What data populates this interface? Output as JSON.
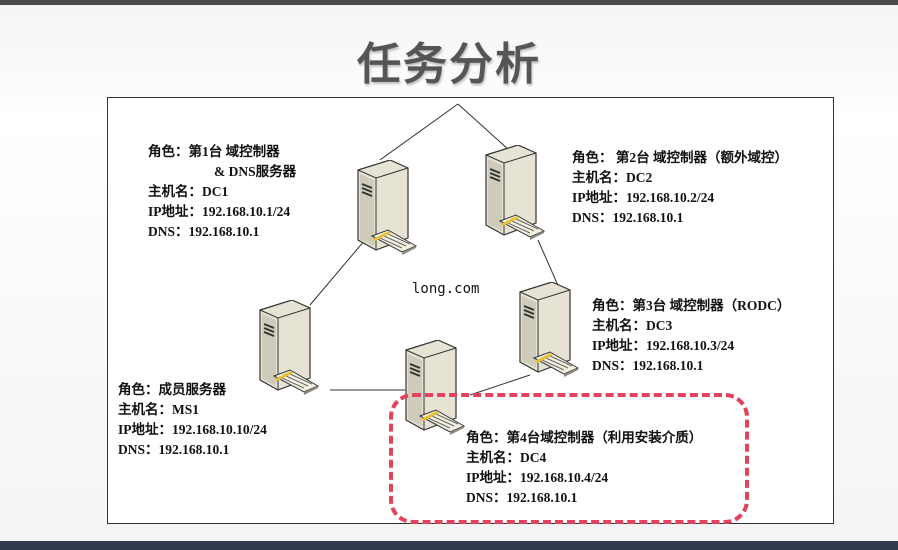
{
  "title": "任务分析",
  "domain_label": "long.com",
  "servers": [
    {
      "id": "dc1",
      "lines": [
        "角色：第1台 域控制器",
        "& DNS服务器",
        "主机名：DC1",
        "IP地址：192.168.10.1/24",
        "DNS：192.168.10.1"
      ]
    },
    {
      "id": "dc2",
      "lines": [
        "角色： 第2台 域控制器（额外域控）",
        "主机名：DC2",
        "IP地址：192.168.10.2/24",
        "DNS：192.168.10.1"
      ]
    },
    {
      "id": "dc3",
      "lines": [
        "角色：第3台 域控制器（RODC）",
        "主机名：DC3",
        "IP地址：192.168.10.3/24",
        "DNS：192.168.10.1"
      ]
    },
    {
      "id": "ms1",
      "lines": [
        "角色：成员服务器",
        "主机名：MS1",
        "IP地址：192.168.10.10/24",
        "DNS：192.168.10.1"
      ]
    },
    {
      "id": "dc4",
      "lines": [
        "角色：第4台域控制器（利用安装介质）",
        "主机名：DC4",
        "IP地址：192.168.10.4/24",
        "DNS：192.168.10.1"
      ]
    }
  ],
  "colors": {
    "highlight": "#e0435b",
    "server_body": "#e6e3d5",
    "title": "#555555"
  }
}
